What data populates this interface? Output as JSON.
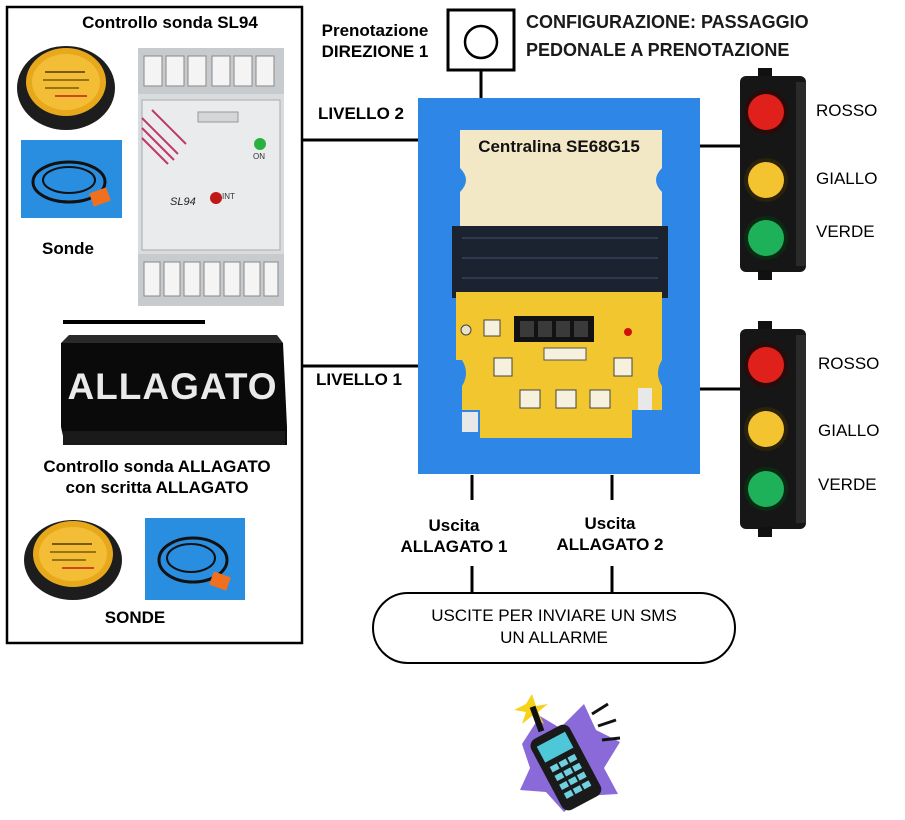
{
  "title": {
    "line1": "CONFIGURAZIONE: PASSAGGIO",
    "line2": "PEDONALE A PRENOTAZIONE",
    "color": "#1a1a1a"
  },
  "left_panel": {
    "sl94_title": "Controllo sonda SL94",
    "sonde_label": "Sonde",
    "allagato_sign_text": "ALLAGATO",
    "allagato_title_line1": "Controllo sonda ALLAGATO",
    "allagato_title_line2": "con scritta ALLAGATO",
    "sonde_label_2": "SONDE",
    "sl94_device": {
      "model": "SL94",
      "status_led_label": "ON",
      "alarm_led_label": "INT"
    }
  },
  "booking": {
    "line1": "Prenotazione",
    "line2": "DIREZIONE 1"
  },
  "levels": {
    "level2": "LIVELLO 2",
    "level1": "LIVELLO 1"
  },
  "controller": {
    "title": "Centralina SE68G15",
    "bg_color": "#2e86e6",
    "panel_color": "#f2c62e"
  },
  "traffic_lights": [
    {
      "red": "ROSSO",
      "yellow": "GIALLO",
      "green": "VERDE"
    },
    {
      "red": "ROSSO",
      "yellow": "GIALLO",
      "green": "VERDE"
    }
  ],
  "outputs": {
    "out1_line1": "Uscita",
    "out1_line2": "ALLAGATO 1",
    "out2_line1": "Uscita",
    "out2_line2": "ALLAGATO 2",
    "box_line1": "USCITE PER INVIARE UN SMS",
    "box_line2": "UN ALLARME"
  },
  "colors": {
    "light_red": "#e0201a",
    "light_yellow": "#f4c430",
    "light_green": "#1fb05a",
    "probe_yellow": "#f0b020",
    "photo_blue": "#2a8ee0"
  }
}
